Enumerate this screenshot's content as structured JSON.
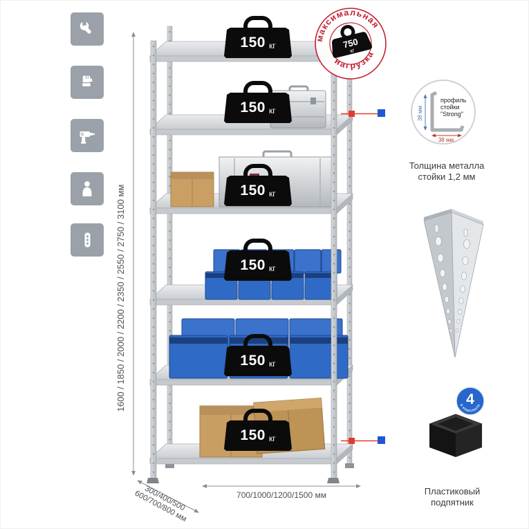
{
  "colors": {
    "accent_red": "#c41f30",
    "accent_blue": "#2156d4",
    "metal_light": "#d9dcdf",
    "bin_blue": "#2f6ac6",
    "icon_bg": "#9aa1a8"
  },
  "sidebar": {
    "icons": [
      {
        "name": "wrench-icon"
      },
      {
        "name": "gloves-icon"
      },
      {
        "name": "drill-icon"
      },
      {
        "name": "person-icon"
      },
      {
        "name": "perforated-post-icon"
      }
    ]
  },
  "rack": {
    "badges": [
      {
        "value": "150",
        "unit": "кг"
      },
      {
        "value": "150",
        "unit": "кг"
      },
      {
        "value": "150",
        "unit": "кг"
      },
      {
        "value": "150",
        "unit": "кг"
      },
      {
        "value": "150",
        "unit": "кг"
      },
      {
        "value": "150",
        "unit": "кг"
      }
    ],
    "height_options": "1600 / 1850 / 2000 / 2200 / 2350 / 2550 / 2750 / 3100 мм",
    "depth_options_line1": "300/400/500",
    "depth_options_line2": "600/700/800 мм",
    "width_options": "700/1000/1200/1500 мм"
  },
  "stamp": {
    "arc_top": "максимальная",
    "arc_bottom": "нагрузка",
    "weight_value": "750",
    "weight_unit": "кг"
  },
  "profile_detail": {
    "label_line1": "профиль",
    "label_line2": "стойки",
    "label_line3": "\"Strong\"",
    "dim_vertical": "38 мм",
    "dim_horizontal": "38 мм.",
    "caption_line1": "Толщина металла",
    "caption_line2": "стойки 1,2 мм"
  },
  "foot_detail": {
    "badge_value": "4",
    "badge_text": "в комплекте",
    "caption_line1": "Пластиковый",
    "caption_line2": "подпятник"
  }
}
